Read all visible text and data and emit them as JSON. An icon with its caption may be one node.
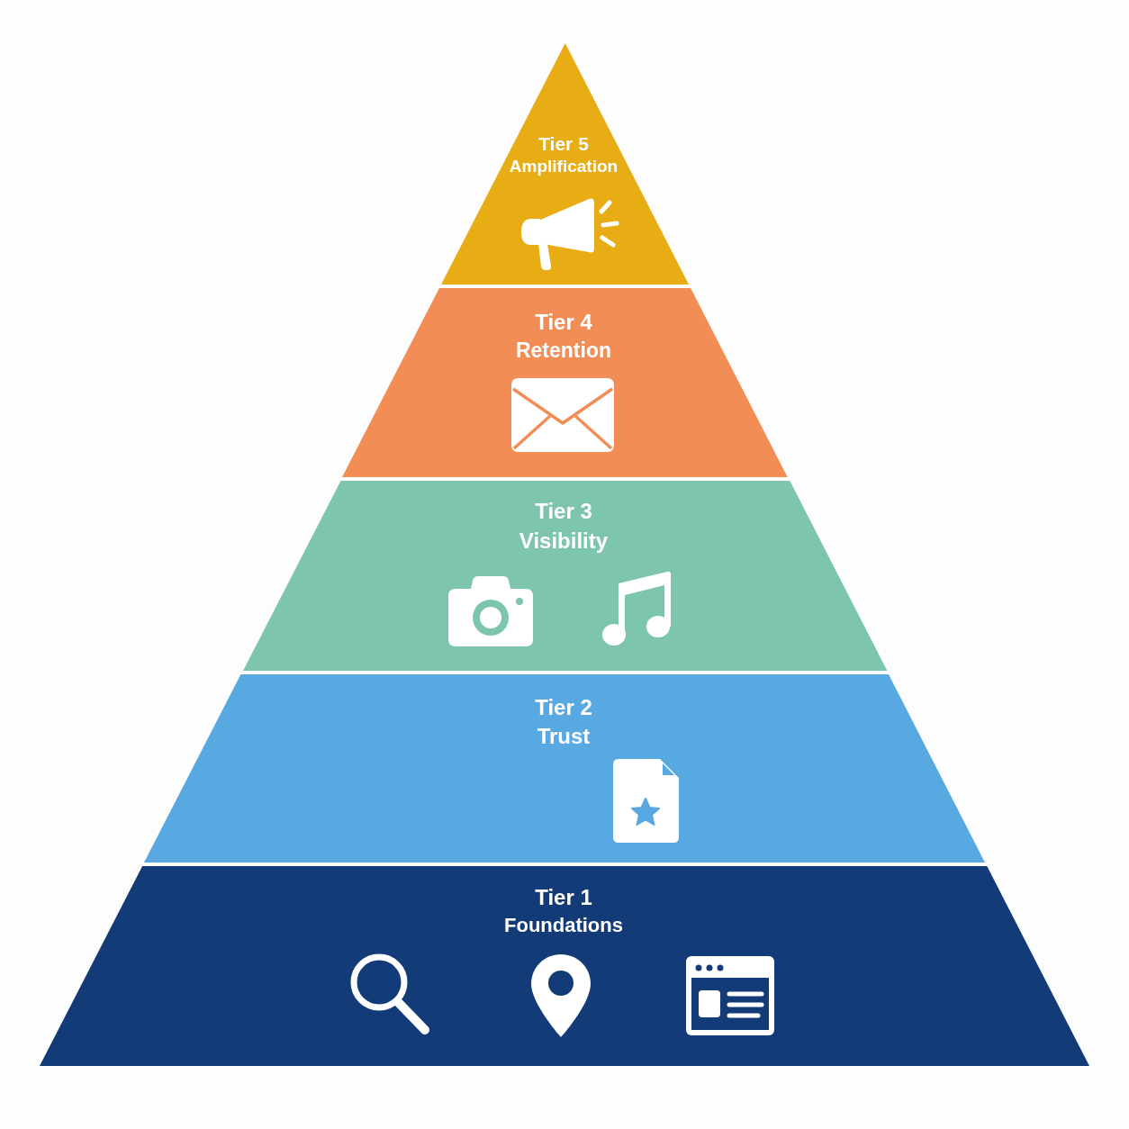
{
  "diagram": {
    "nodes": [
      {
        "text": [
          "Tier 5",
          "Amplification"
        ]
      },
      {
        "text": [
          "Tier 4",
          "Retention"
        ]
      },
      {
        "text": [
          "Tier 3",
          "Visibility"
        ]
      },
      {
        "text": [
          "Tier 2",
          "Trust"
        ]
      },
      {
        "text": [
          "Tier 1",
          "Foundations"
        ]
      }
    ]
  }
}
